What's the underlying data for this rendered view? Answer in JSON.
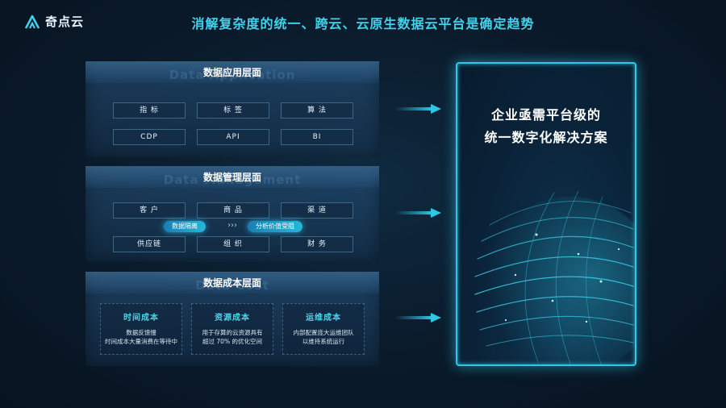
{
  "brand": {
    "name": "奇点云"
  },
  "title": "消解复杂度的统一、跨云、云原生数据云平台是确定趋势",
  "layers": {
    "app": {
      "ghost": "Data Application",
      "title": "数据应用层面",
      "cells": [
        "指 标",
        "标 签",
        "算 法",
        "CDP",
        "API",
        "BI"
      ]
    },
    "mgmt": {
      "ghost": "Data Management",
      "title": "数据管理层面",
      "cells": [
        "客 户",
        "商 品",
        "渠 道",
        "供应链",
        "组 织",
        "财 务"
      ],
      "pill_left": "数据隔离",
      "pill_right": "分析价值受阻",
      "chevron": "›››"
    },
    "cost": {
      "ghost": "Data Cost",
      "title": "数据成本层面",
      "boxes": [
        {
          "title": "时间成本",
          "line1": "数据反馈慢",
          "line2": "时间成本大量消费在等待中"
        },
        {
          "title": "资源成本",
          "line1": "用于存算的云资源具有",
          "line2": "超过 70% 的优化空间"
        },
        {
          "title": "运维成本",
          "line1": "内部配置庞大运维团队",
          "line2": "以维持系统运行"
        }
      ]
    }
  },
  "panel": {
    "line1": "企业亟需平台级的",
    "line2": "统一数字化解决方案"
  },
  "colors": {
    "accent": "#2fc7e6",
    "title": "#41d3ec",
    "background": "#0a1a2a"
  },
  "icons": {
    "logo": "logo-icon",
    "arrow": "arrow-right-icon",
    "globe": "globe-icon"
  }
}
